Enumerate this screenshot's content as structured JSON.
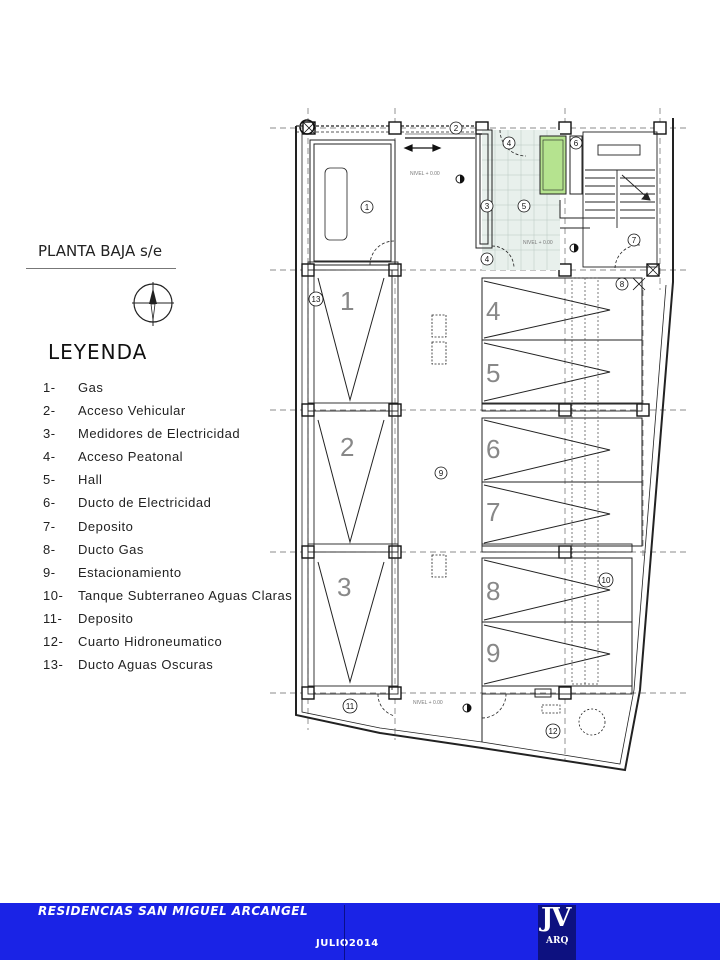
{
  "plan_title": "PLANTA BAJA  s/e",
  "legend": {
    "title": "LEYENDA",
    "items": [
      {
        "num": "1-",
        "text": "Gas"
      },
      {
        "num": "2-",
        "text": "Acceso Vehicular"
      },
      {
        "num": "3-",
        "text": "Medidores de Electricidad"
      },
      {
        "num": "4-",
        "text": "Acceso Peatonal"
      },
      {
        "num": "5-",
        "text": "Hall"
      },
      {
        "num": "6-",
        "text": "Ducto de Electricidad"
      },
      {
        "num": "7-",
        "text": "Deposito"
      },
      {
        "num": "8-",
        "text": "Ducto Gas"
      },
      {
        "num": "9-",
        "text": "Estacionamiento"
      },
      {
        "num": "10-",
        "text": "Tanque Subterraneo Aguas Claras"
      },
      {
        "num": "11-",
        "text": "Deposito"
      },
      {
        "num": "12-",
        "text": "Cuarto Hidroneumatico"
      },
      {
        "num": "13-",
        "text": "Ducto Aguas Oscuras"
      }
    ]
  },
  "plan": {
    "parking_numbers": [
      "1",
      "2",
      "3",
      "4",
      "5",
      "6",
      "7",
      "8",
      "9"
    ],
    "legend_markers": [
      "1",
      "2",
      "3",
      "4",
      "5",
      "6",
      "7",
      "8",
      "9",
      "10",
      "11",
      "12",
      "13"
    ],
    "level_label": "NIVEL  + 0.00"
  },
  "footer": {
    "project": "RESIDENCIAS SAN MIGUEL ARCANGEL",
    "date": "JULIO2014",
    "logo_main": "JV",
    "logo_sub": "ARQ"
  },
  "colors": {
    "footer_bg": "#1a23e6",
    "hall_tile": "#e8f0ec",
    "duct_green": "#b5e38f",
    "wall": "#222222"
  },
  "icons": [
    "north-arrow-icon",
    "column-marker-icon"
  ]
}
